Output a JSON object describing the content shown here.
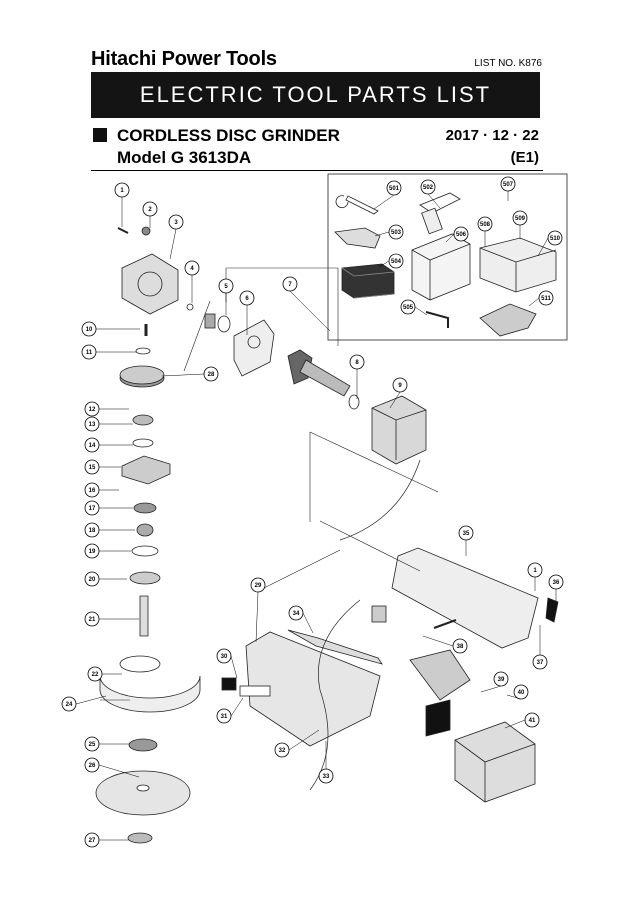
{
  "header": {
    "brand": "Hitachi Power Tools",
    "list_no": "LIST NO. K876",
    "banner": "ELECTRIC TOOL PARTS LIST",
    "product": "CORDLESS DISC GRINDER",
    "model": "Model G 3613DA",
    "date": "2017 · 12 · 22",
    "edition": "(E1)"
  },
  "callouts": [
    "1",
    "2",
    "3",
    "4",
    "5",
    "6",
    "7",
    "8",
    "9",
    "10",
    "11",
    "12",
    "13",
    "14",
    "15",
    "16",
    "17",
    "18",
    "19",
    "20",
    "21",
    "22",
    "24",
    "25",
    "26",
    "27",
    "28",
    "29",
    "30",
    "31",
    "32",
    "33",
    "34",
    "35",
    "1",
    "36",
    "37",
    "38",
    "39",
    "40",
    "41",
    "501",
    "502",
    "503",
    "504",
    "505",
    "506",
    "507",
    "508",
    "509",
    "510",
    "511"
  ]
}
